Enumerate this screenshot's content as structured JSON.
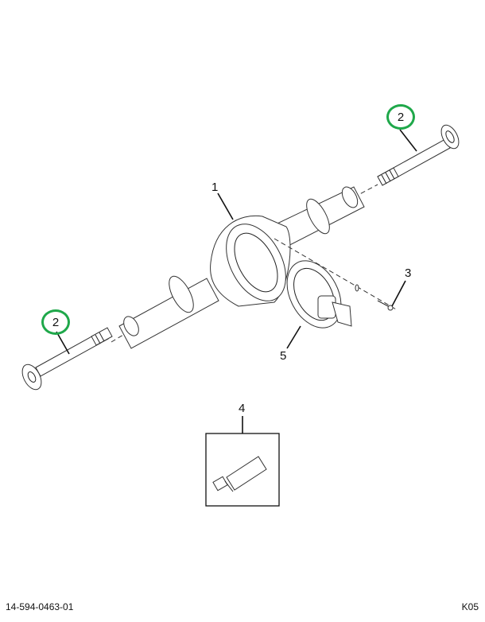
{
  "diagram": {
    "type": "exploded parts diagram",
    "subject": "rear axle assembly",
    "callouts": [
      {
        "id": "callout-1",
        "label": "1",
        "part": "axle housing",
        "highlighted": false
      },
      {
        "id": "callout-2-right",
        "label": "2",
        "part": "axle shaft (right)",
        "highlighted": true
      },
      {
        "id": "callout-2-left",
        "label": "2",
        "part": "axle shaft (left)",
        "highlighted": true
      },
      {
        "id": "callout-3",
        "label": "3",
        "part": "bolt / stud",
        "highlighted": false
      },
      {
        "id": "callout-4",
        "label": "4",
        "part": "sealant tube",
        "highlighted": false
      },
      {
        "id": "callout-5",
        "label": "5",
        "part": "differential carrier",
        "highlighted": false
      }
    ],
    "highlight_color": "#1fa84a"
  },
  "footer": {
    "drawing_number": "14-594-0463-01",
    "sheet_code": "K05"
  }
}
